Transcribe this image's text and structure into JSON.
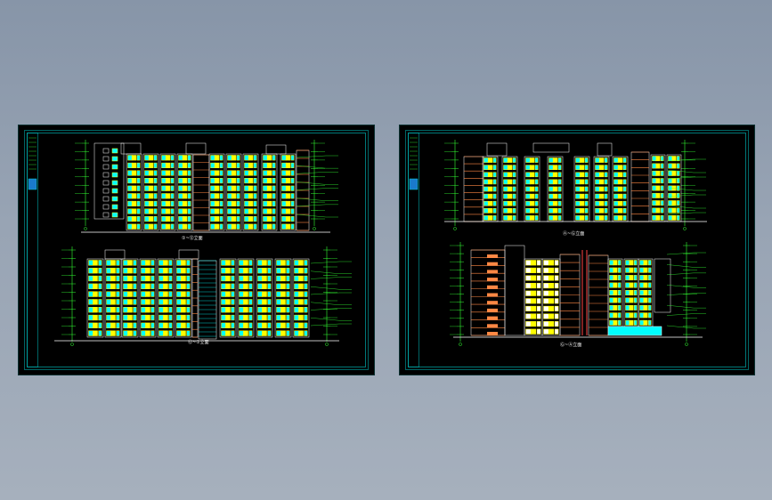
{
  "drawing": {
    "colors": {
      "sheet_background": "#000000",
      "frame": "#00c8c8",
      "dimension_lines": "#33ff33",
      "window_panes": "#00ffff",
      "window_frames": "#ffff00",
      "walls": "#ffffff",
      "bands": "#ff8844",
      "columns": "#ff4444"
    },
    "sheets": [
      {
        "elevations": [
          {
            "caption": "①~⑫立面"
          },
          {
            "caption": "⑫~①立面"
          }
        ]
      },
      {
        "elevations": [
          {
            "caption": "Ⓐ~Ⓖ立面"
          },
          {
            "caption": "Ⓖ~Ⓐ立面"
          }
        ]
      }
    ]
  }
}
